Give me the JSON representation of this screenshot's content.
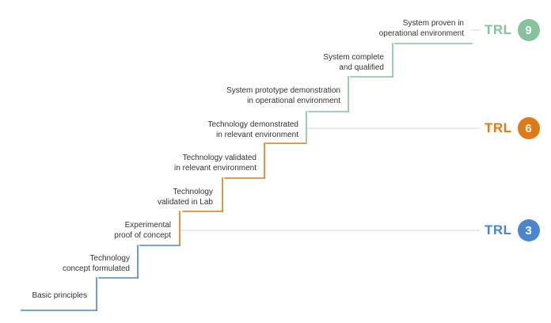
{
  "colors": {
    "low": "#4a86cf",
    "mid": "#e07a16",
    "high": "#86c29c",
    "connector": "#d6d6d6",
    "text": "#333333"
  },
  "steps": [
    {
      "level": 1,
      "lines": [
        "Basic principles"
      ],
      "tier": "low"
    },
    {
      "level": 2,
      "lines": [
        "Technology",
        "concept formulated"
      ],
      "tier": "low"
    },
    {
      "level": 3,
      "lines": [
        "Experimental",
        "proof of concept"
      ],
      "tier": "low"
    },
    {
      "level": 4,
      "lines": [
        "Technology",
        "validated in Lab"
      ],
      "tier": "mid"
    },
    {
      "level": 5,
      "lines": [
        "Technology validated",
        "in relevant environment"
      ],
      "tier": "mid"
    },
    {
      "level": 6,
      "lines": [
        "Technology demonstrated",
        "in relevant environment"
      ],
      "tier": "mid"
    },
    {
      "level": 7,
      "lines": [
        "System prototype demonstration",
        "in operational environment"
      ],
      "tier": "high"
    },
    {
      "level": 8,
      "lines": [
        "System complete",
        "and qualified"
      ],
      "tier": "high"
    },
    {
      "level": 9,
      "lines": [
        "System proven in",
        "operational environment"
      ],
      "tier": "high"
    }
  ],
  "markers": [
    {
      "text": "TRL",
      "number": "3",
      "tier": "low"
    },
    {
      "text": "TRL",
      "number": "6",
      "tier": "mid"
    },
    {
      "text": "TRL",
      "number": "9",
      "tier": "high"
    }
  ]
}
